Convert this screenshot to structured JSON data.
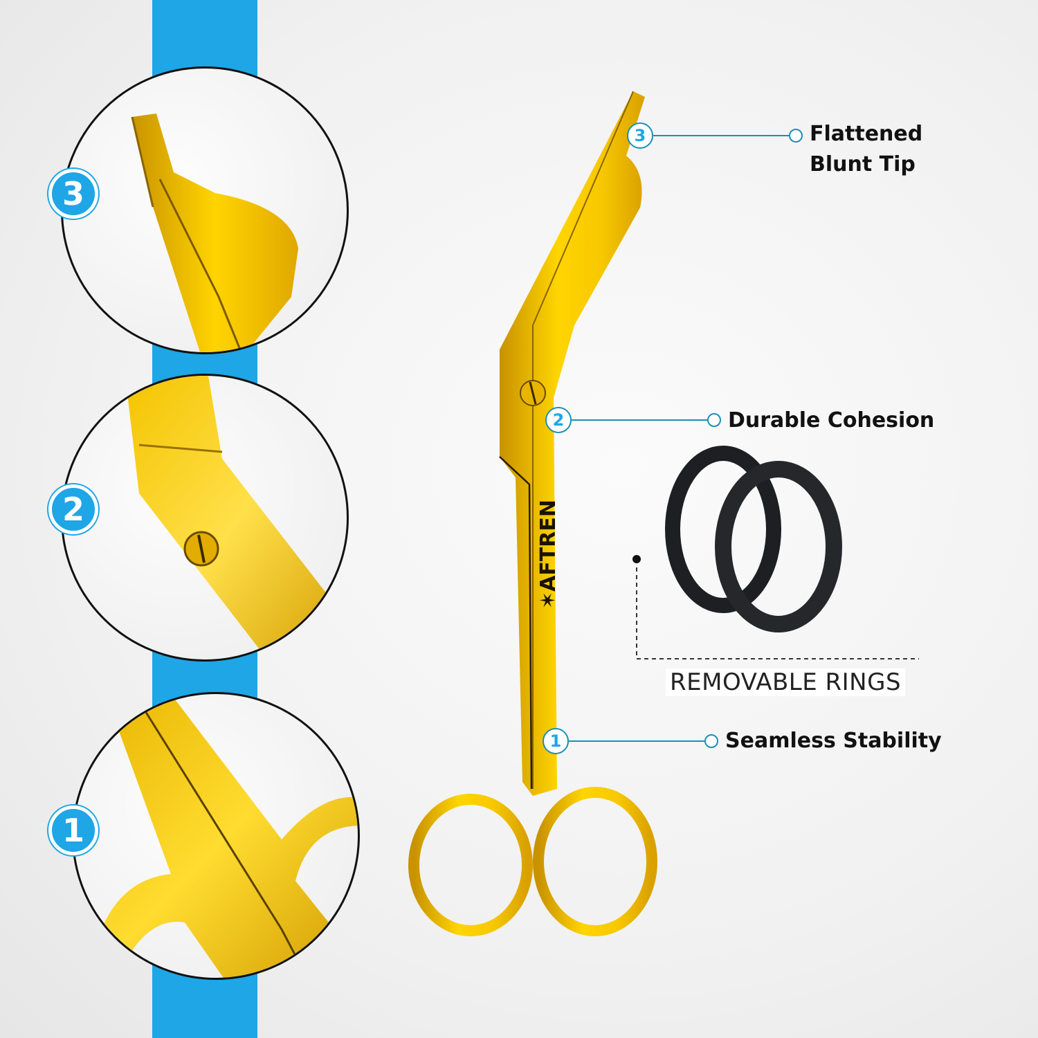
{
  "brand": "AFTREN",
  "colors": {
    "accent": "#1ea6e6",
    "gold": "#f2c200",
    "ring": "#1d1f22"
  },
  "zoom_badges": [
    "3",
    "2",
    "1"
  ],
  "callouts": [
    {
      "number": "3",
      "line1": "Flattened",
      "line2": "Blunt Tip"
    },
    {
      "number": "2",
      "line1": "Durable Cohesion"
    },
    {
      "number": "1",
      "line1": "Seamless Stability"
    }
  ],
  "rings_label": "REMOVABLE RINGS"
}
